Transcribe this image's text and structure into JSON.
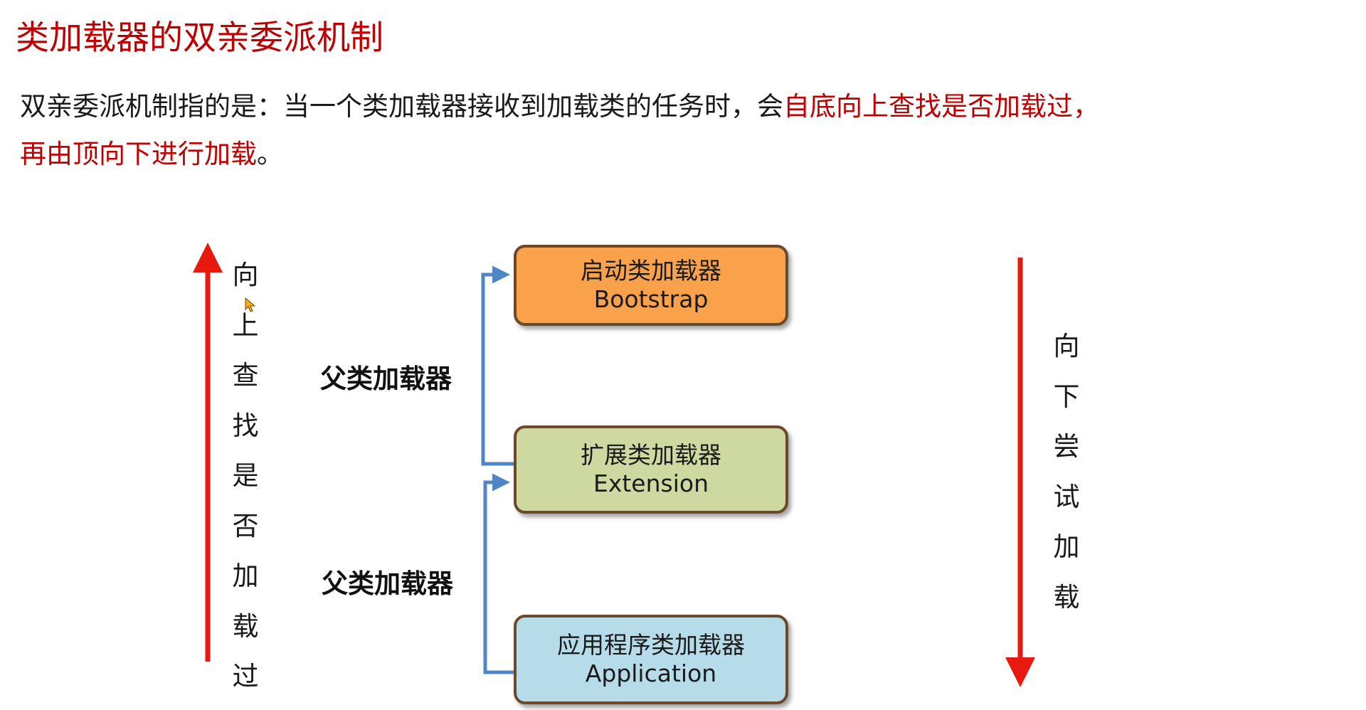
{
  "title": "类加载器的双亲委派机制",
  "description": {
    "prefix": "双亲委派机制指的是：当一个类加载器接收到加载类的任务时，会",
    "highlight1": "自底向上查找是否加载过，",
    "highlight2": "再由顶向下进行加载",
    "suffix": "。"
  },
  "left_text": [
    "向",
    "上",
    "查",
    "找",
    "是",
    "否",
    "加",
    "载",
    "过"
  ],
  "right_text": [
    "向",
    "下",
    "尝",
    "试",
    "加",
    "载"
  ],
  "parent_label_1": "父类加载器",
  "parent_label_2": "父类加载器",
  "boxes": {
    "bootstrap": {
      "cn": "启动类加载器",
      "en": "Bootstrap",
      "color": "#f9a24b"
    },
    "extension": {
      "cn": "扩展类加载器",
      "en": "Extension",
      "color": "#cdd9a0"
    },
    "application": {
      "cn": "应用程序类加载器",
      "en": "Application",
      "color": "#b7dce9"
    }
  },
  "colors": {
    "accent": "#c00000",
    "arrow_red": "#e8190f",
    "connector_blue": "#4f86c6",
    "box_border": "#6b4a2b"
  }
}
